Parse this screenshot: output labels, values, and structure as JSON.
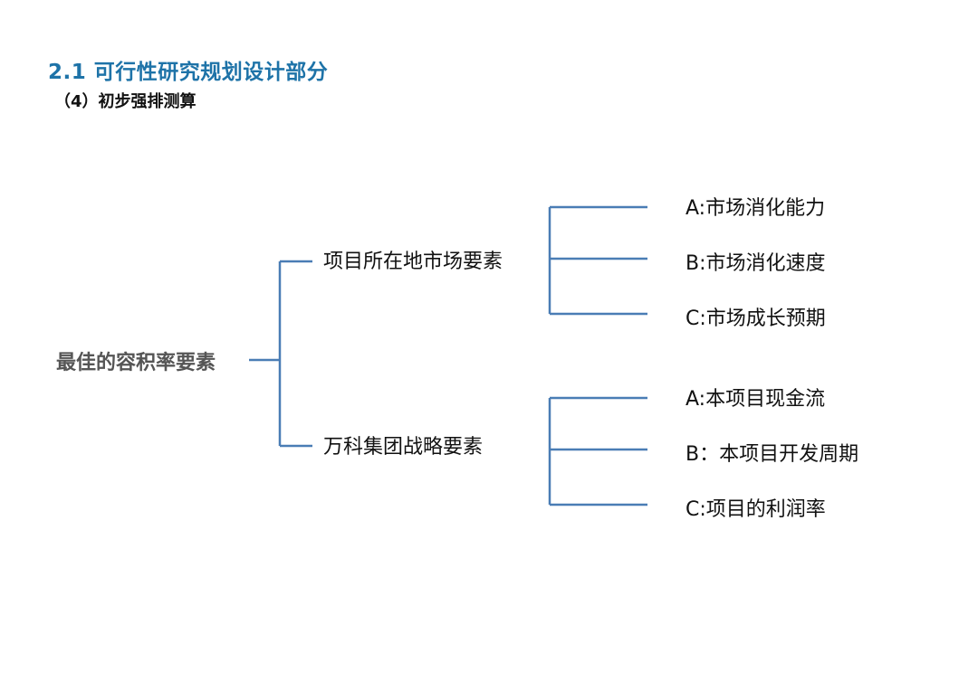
{
  "header": {
    "title": "2.1  可行性研究规划设计部分",
    "subtitle": "（4）初步强排测算"
  },
  "tree": {
    "root": "最佳的容积率要素",
    "branches": [
      {
        "label": "项目所在地市场要素",
        "children": [
          "A:市场消化能力",
          "B:市场消化速度",
          "C:市场成长预期"
        ]
      },
      {
        "label": "万科集团战略要素",
        "children": [
          "A:本项目现金流",
          "B：本项目开发周期",
          "C:项目的利润率"
        ]
      }
    ]
  },
  "colors": {
    "title": "#1e73a8",
    "connector": "#4a7db5",
    "root_text": "#555555",
    "text": "#111111"
  }
}
